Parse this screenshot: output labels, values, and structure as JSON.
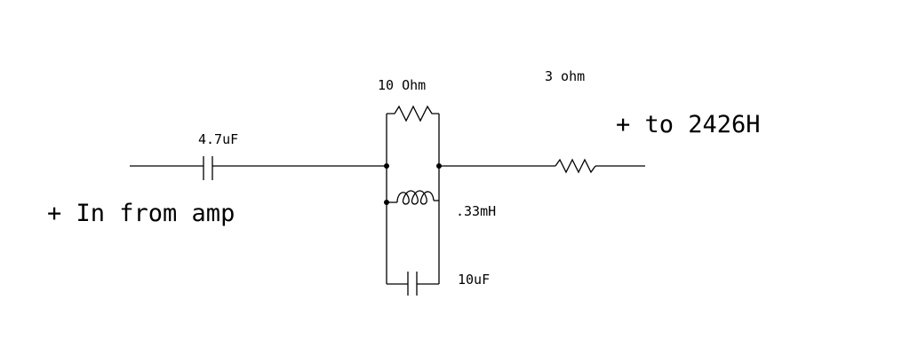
{
  "labels": {
    "input": "+ In from amp",
    "output": "+ to 2426H",
    "series_cap": "4.7uF",
    "parallel_resistor": "10 Ohm",
    "parallel_inductor": ".33mH",
    "parallel_cap": "10uF",
    "series_resistor": "3 ohm"
  },
  "colors": {
    "ink": "#000000",
    "background": "#ffffff"
  }
}
